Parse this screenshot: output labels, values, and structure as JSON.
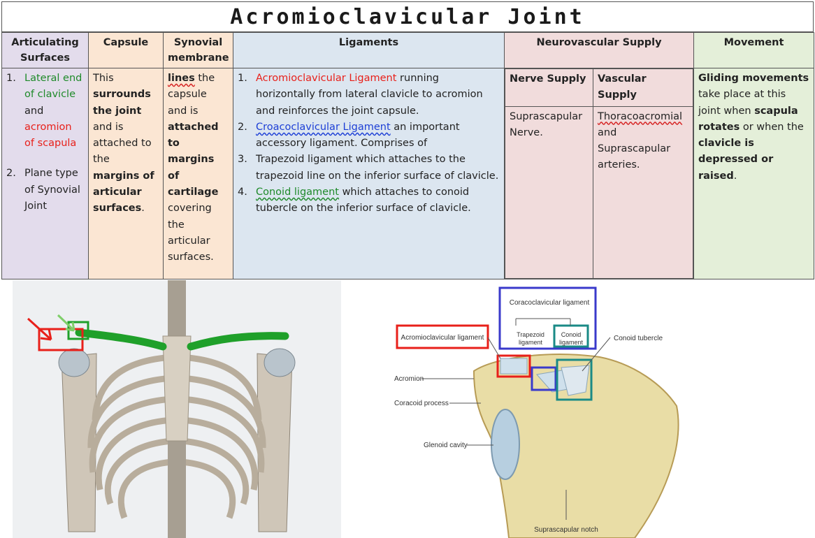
{
  "title": "Acromioclavicular Joint",
  "headers": {
    "articulating": "Articulating Surfaces",
    "capsule": "Capsule",
    "synovial": "Synovial membrane",
    "ligaments": "Ligaments",
    "neurovascular": "Neurovascular Supply",
    "movement": "Movement"
  },
  "articulating": {
    "item1_num": "1.",
    "item1_a": "Lateral end of clavicle",
    "item1_b": "and",
    "item1_c": "acromion of scapula",
    "item2_num": "2.",
    "item2": "Plane type of Synovial Joint"
  },
  "capsule": {
    "t1": "This",
    "t2": "surrounds the joint",
    "t3": "and is attached to the",
    "t4": "margins of articular surfaces",
    "t5": "."
  },
  "synovial": {
    "t1": "lines",
    "t2": "the capsule and is",
    "t3": "attached to margins of cartilage",
    "t4": "covering the articular surfaces."
  },
  "ligaments": {
    "l1_num": "1.",
    "l1_name": "Acromioclavicular Ligament",
    "l1_text": "running horizontally from lateral clavicle to acromion and reinforces the joint capsule.",
    "l2_num": "2.",
    "l2_name": "Croacoclavicular Ligament",
    "l2_text": "an important accessory ligament. Comprises of",
    "l3_num": "3.",
    "l3_text": "Trapezoid ligament which attaches to the trapezoid line on the inferior surface of clavicle.",
    "l4_num": "4.",
    "l4_name": "Conoid ligament",
    "l4_text": "which attaches to conoid tubercle on the inferior surface of clavicle."
  },
  "neurovascular": {
    "nerve_header": "Nerve Supply",
    "vascular_header": "Vascular Supply",
    "nerve": "Suprascapular Nerve.",
    "vascular_a": "Thoracoacromial",
    "vascular_b": "and Suprascapular arteries."
  },
  "movement": {
    "t1": "Gliding movements",
    "t2": "take place at this joint when",
    "t3": "scapula rotates",
    "t4": "or when the",
    "t5": "clavicle is depressed or raised",
    "t6": "."
  },
  "figure_labels": {
    "coracoclavicular": "Coracoclavicular ligament",
    "trapezoid": "Trapezoid ligament",
    "conoid": "Conoid ligament",
    "acromioclavicular": "Acromioclavicular ligament",
    "conoid_tubercle": "Conoid tubercle",
    "acromion": "Acromion",
    "coracoid": "Coracoid process",
    "glenoid": "Glenoid cavity",
    "suprascapular_notch": "Suprascapular notch"
  },
  "colors": {
    "red": "#e8201a",
    "green": "#1f8a2a",
    "blue": "#1d3fd6",
    "teal": "#1a8a86"
  }
}
